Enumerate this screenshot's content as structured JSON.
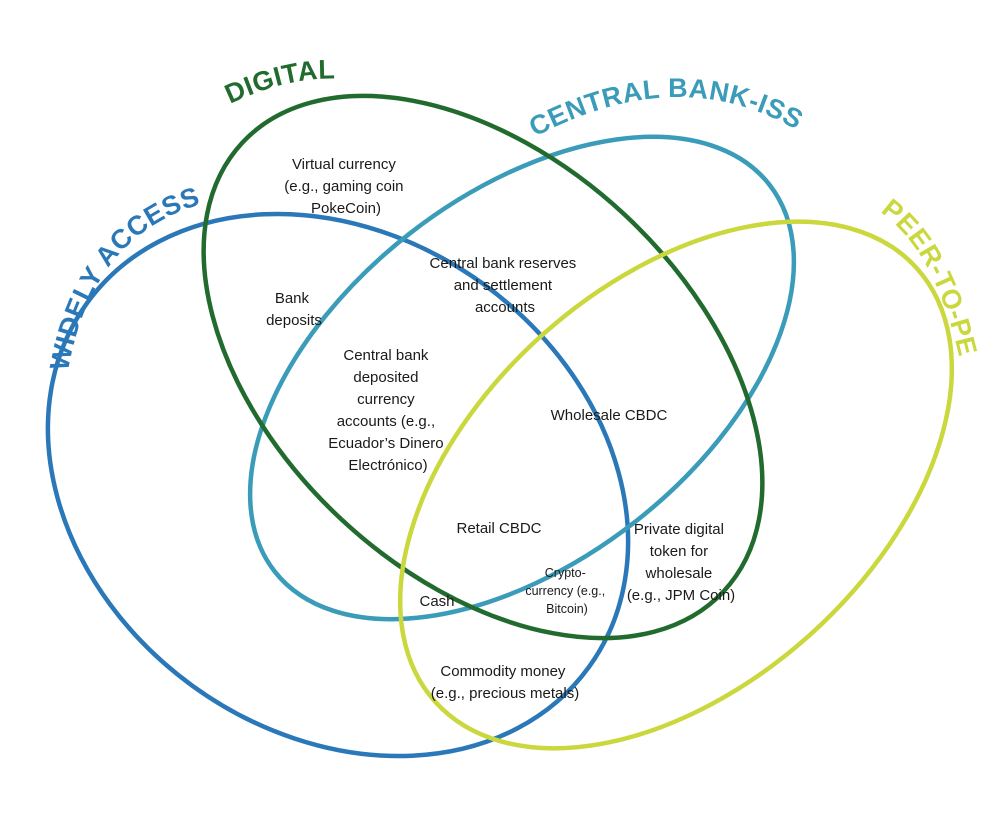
{
  "sets": {
    "digital": {
      "label": "DIGITAL",
      "color": "#216b2e"
    },
    "central_bank_issued": {
      "label": "CENTRAL BANK-ISSUED",
      "color": "#3a9cb8"
    },
    "widely_accessible": {
      "label": "WIDELY ACCESSIBLE",
      "color": "#2b78b8"
    },
    "peer_to_peer": {
      "label": "PEER-TO-PEER",
      "color": "#cad83d"
    }
  },
  "regions": {
    "virtual_currency": [
      "Virtual currency",
      "(e.g., gaming coin",
      "PokeCoin)"
    ],
    "bank_deposits": [
      "Bank",
      "deposits"
    ],
    "central_bank_reserves": [
      "Central bank reserves",
      "and settlement",
      "accounts"
    ],
    "central_bank_deposited": [
      "Central bank",
      "deposited",
      "currency",
      "accounts (e.g.,",
      "Ecuador’s Dinero",
      "Electrónico)"
    ],
    "wholesale_cbdc": [
      "Wholesale CBDC"
    ],
    "retail_cbdc": [
      "Retail CBDC"
    ],
    "private_digital_token": [
      "Private digital",
      "token for",
      "wholesale",
      "(e.g., JPM Coin)"
    ],
    "cryptocurrency": [
      "Crypto-",
      "currency (e.g.,",
      "Bitcoin)"
    ],
    "cash": [
      "Cash"
    ],
    "commodity_money": [
      "Commodity money",
      "(e.g., precious metals)"
    ]
  }
}
